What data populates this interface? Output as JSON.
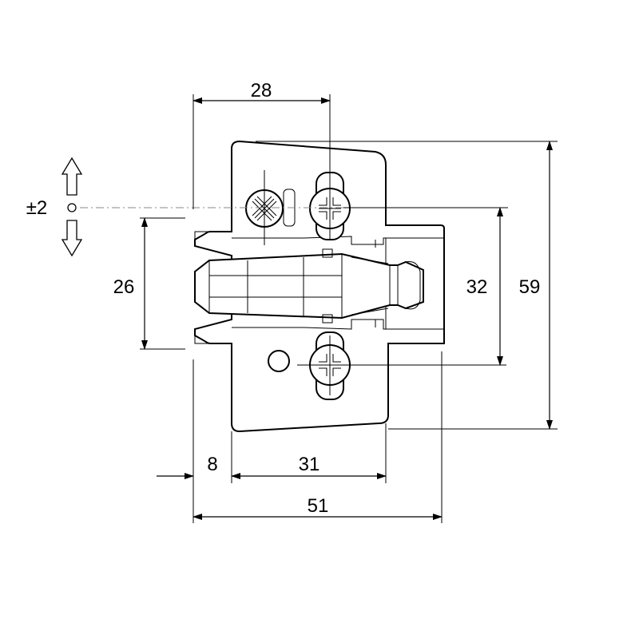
{
  "dimensions": {
    "top_width": "28",
    "tolerance": "±2",
    "left_height": "26",
    "inner_height": "32",
    "outer_height": "59",
    "offset_small": "8",
    "offset_mid": "31",
    "total_width": "51"
  }
}
